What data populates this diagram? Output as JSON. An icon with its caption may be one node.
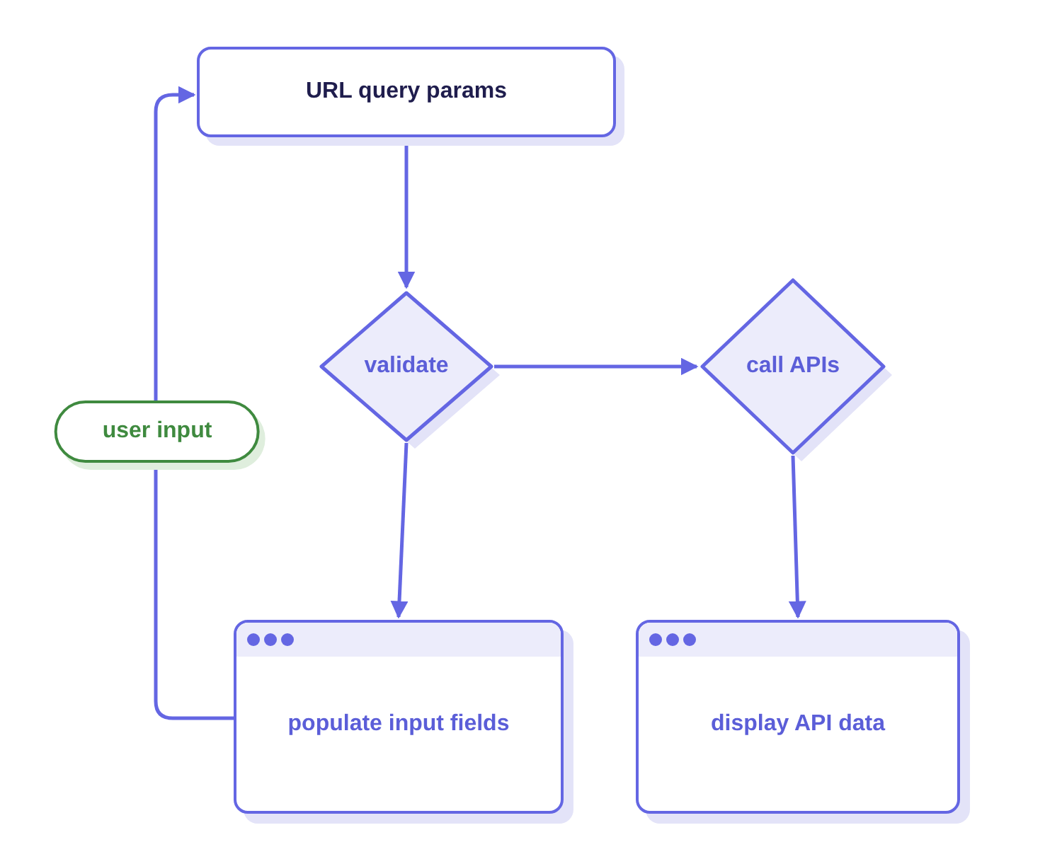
{
  "diagram": {
    "nodes": [
      {
        "text": [
          "URL query params"
        ]
      },
      {
        "text": [
          "validate"
        ]
      },
      {
        "text": [
          "call APIs"
        ]
      },
      {
        "text": [
          "populate input fields"
        ]
      },
      {
        "text": [
          "display API data"
        ]
      }
    ],
    "edges": [
      {
        "from": 0,
        "to": 1,
        "arrow": "to"
      },
      {
        "from": 1,
        "to": 2,
        "arrow": "to"
      },
      {
        "from": 1,
        "to": 3,
        "arrow": "to"
      },
      {
        "from": 2,
        "to": 4,
        "arrow": "to"
      },
      {
        "from": 3,
        "to": 0,
        "arrow": "to",
        "label": "user input"
      }
    ]
  }
}
